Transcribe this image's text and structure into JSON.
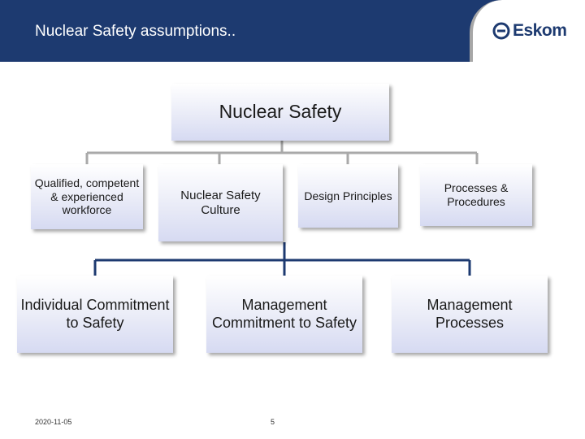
{
  "header": {
    "title": "Nuclear Safety assumptions..",
    "logo_text": "Eskom"
  },
  "diagram": {
    "root": "Nuclear Safety",
    "level2": [
      "Qualified, competent & experienced workforce",
      "Nuclear Safety Culture",
      "Design Principles",
      "Processes & Procedures"
    ],
    "level3": [
      "Individual Commitment to Safety",
      "Management Commitment to Safety",
      "Management Processes"
    ]
  },
  "footer": {
    "date": "2020-11-05",
    "page": "5"
  },
  "colors": {
    "header_bg": "#1d3a70",
    "connector_gray": "#a9a9a9",
    "connector_navy": "#1d3a70"
  }
}
